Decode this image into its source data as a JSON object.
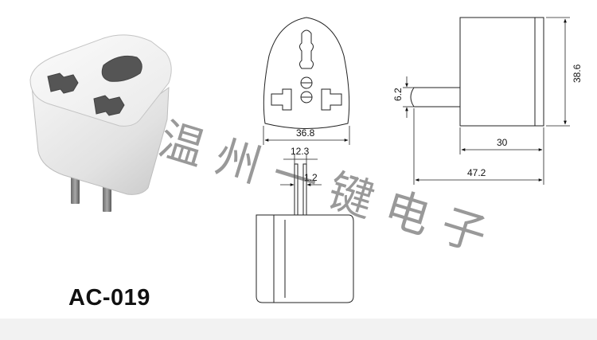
{
  "product": {
    "model": "AC-019"
  },
  "dimensions": {
    "front_width": "36.8",
    "pin_spacing": "12.3",
    "pin_thickness": "1.2",
    "pin_diameter": "6.2",
    "body_height": "38.6",
    "body_depth": "30",
    "overall_length": "47.2"
  },
  "watermark": {
    "text": "温州一键电子"
  }
}
